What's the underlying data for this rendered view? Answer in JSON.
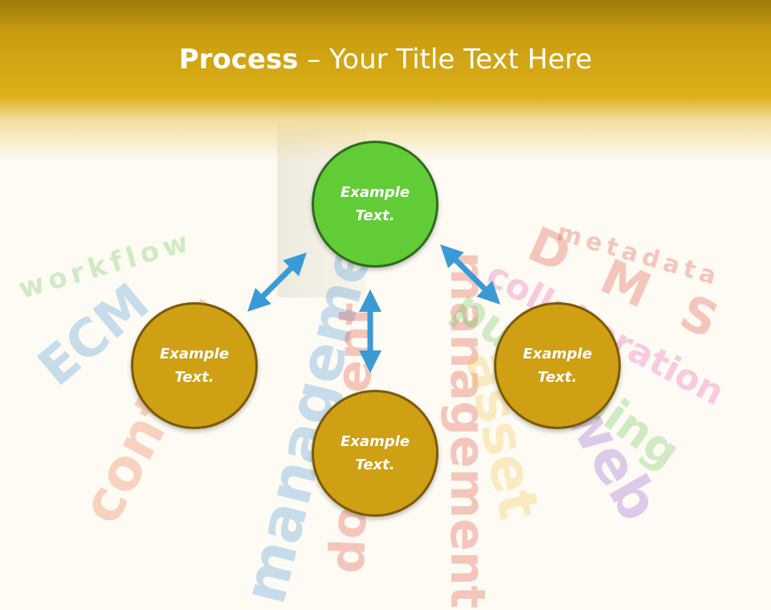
{
  "title": {
    "bold": "Process",
    "rest": " – Your Title Text Here"
  },
  "circles": {
    "top": "Example\nText.",
    "left": "Example\nText.",
    "bottom": "Example\nText.",
    "right": "Example\nText."
  },
  "background_words": [
    {
      "text": "workflow",
      "color": "#5fbf4c"
    },
    {
      "text": "ECM",
      "color": "#3b8fd6"
    },
    {
      "text": "content",
      "color": "#e96c3b"
    },
    {
      "text": "management",
      "color": "#3b8fd6"
    },
    {
      "text": "document",
      "color": "#e0402f"
    },
    {
      "text": "management",
      "color": "#e0402f"
    },
    {
      "text": "asset",
      "color": "#f2c33b"
    },
    {
      "text": "publishing",
      "color": "#5fbf4c"
    },
    {
      "text": "web",
      "color": "#8c4fd6"
    },
    {
      "text": "collaboration",
      "color": "#e84fb0"
    },
    {
      "text": "D M S",
      "color": "#e0402f"
    },
    {
      "text": "metadata",
      "color": "#e0402f"
    }
  ],
  "colors": {
    "accent_green": "#62cc36",
    "accent_gold": "#cf9f14",
    "arrow": "#3a9ad6",
    "header": "#dcb018"
  }
}
